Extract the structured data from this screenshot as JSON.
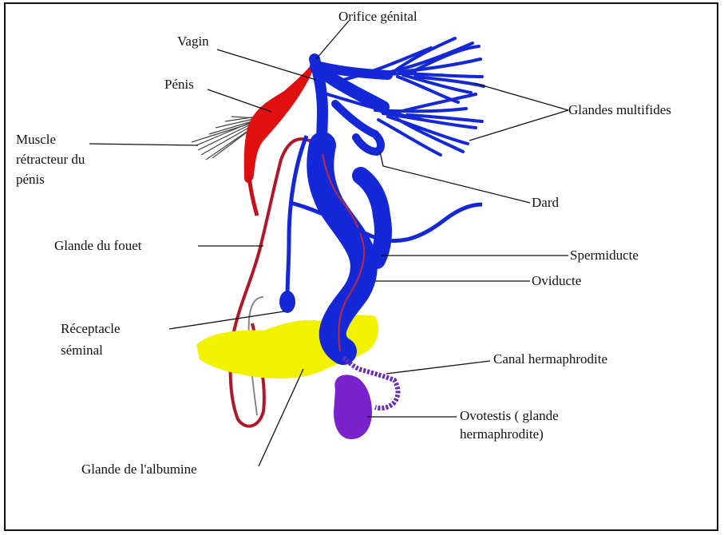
{
  "diagram": {
    "labels": {
      "orifice_genital": "Orifice génital",
      "vagin": "Vagin",
      "penis": "Pénis",
      "glandes_multifides": "Glandes multifides",
      "muscle_retracteur": [
        "Muscle",
        "rétracteur du",
        "pénis"
      ],
      "dard": "Dard",
      "glande_du_fouet": "Glande du fouet",
      "spermiducte": "Spermiducte",
      "oviducte": "Oviducte",
      "receptacle_seminal": [
        "Réceptacle",
        "séminal"
      ],
      "canal_hermaphrodite": "Canal hermaphrodite",
      "ovotestis": [
        "Ovotestis ( glande",
        "hermaphrodite)"
      ],
      "glande_albumine": "Glande de l'albumine"
    },
    "colors": {
      "frame": "#111111",
      "leader_line": "#111111",
      "penis_red": "#e01010",
      "dark_red": "#b0182a",
      "blue_tract": "#1428d8",
      "spermiduct_line": "#c0283c",
      "albumen_yellow": "#f2f200",
      "hermaphrodite_purple": "#7a22cc",
      "muscle_gray": "#444444"
    }
  }
}
